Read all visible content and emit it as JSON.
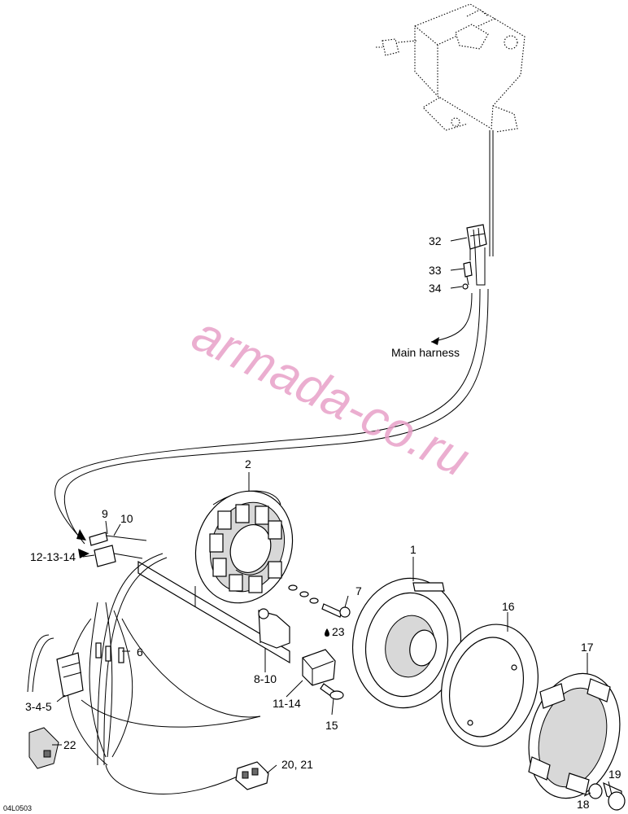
{
  "callouts": {
    "c1": "1",
    "c2": "2",
    "c3_5": "3-4-5",
    "c6": "6",
    "c7": "7",
    "c8_10": "8-10",
    "c9": "9",
    "c10": "10",
    "c11_14": "11-14",
    "c12_14": "12-13-14",
    "c15": "15",
    "c16": "16",
    "c17": "17",
    "c18": "18",
    "c19": "19",
    "c20_21": "20, 21",
    "c22": "22",
    "c23": "23",
    "c32": "32",
    "c33": "33",
    "c34": "34"
  },
  "harness_label": "Main harness",
  "drawing_code": "04L0503",
  "watermark": "armada-co.ru",
  "colors": {
    "watermark": "#e8a0c8",
    "line": "#000000"
  }
}
